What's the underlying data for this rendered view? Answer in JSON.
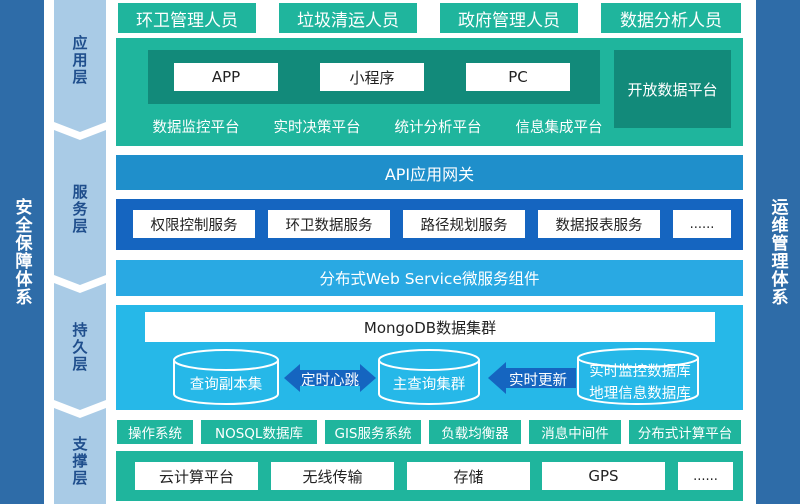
{
  "sidebars": {
    "left": "安全保障体系",
    "right": "运维管理体系"
  },
  "layers": {
    "application": "应用层",
    "service": "服务层",
    "persistence": "持久层",
    "support": "支撑层"
  },
  "roles": [
    "环卫管理人员",
    "垃圾清运人员",
    "政府管理人员",
    "数据分析人员"
  ],
  "application": {
    "clients": [
      "APP",
      "小程序",
      "PC"
    ],
    "platforms": [
      "数据监控平台",
      "实时决策平台",
      "统计分析平台",
      "信息集成平台"
    ],
    "open_platform": "开放数据平台"
  },
  "service": {
    "gateway": "API应用网关",
    "services": [
      "权限控制服务",
      "环卫数据服务",
      "路径规划服务",
      "数据报表服务",
      "......"
    ],
    "microservice": "分布式Web Service微服务组件"
  },
  "persistence": {
    "cluster": "MongoDB数据集群",
    "replica": "查询副本集",
    "heartbeat": "定时心跳",
    "main_cluster": "主查询集群",
    "realtime_update": "实时更新",
    "db_line1": "实时监控数据库",
    "db_line2": "地理信息数据库"
  },
  "support": {
    "software": [
      "操作系统",
      "NOSQL数据库",
      "GIS服务系统",
      "负载均衡器",
      "消息中间件",
      "分布式计算平台"
    ],
    "infrastructure": [
      "云计算平台",
      "无线传输",
      "存储",
      "GPS",
      "......"
    ]
  },
  "colors": {
    "sidebar": "#2e6ca8",
    "layer_label_bg": "#a9cbe6",
    "teal": "#1fb59d",
    "teal_dark": "#128a7a",
    "gateway_blue": "#1f8fcb",
    "service_blue": "#1565c0",
    "light_blue": "#29a9e3",
    "cyan": "#26b8e8"
  }
}
